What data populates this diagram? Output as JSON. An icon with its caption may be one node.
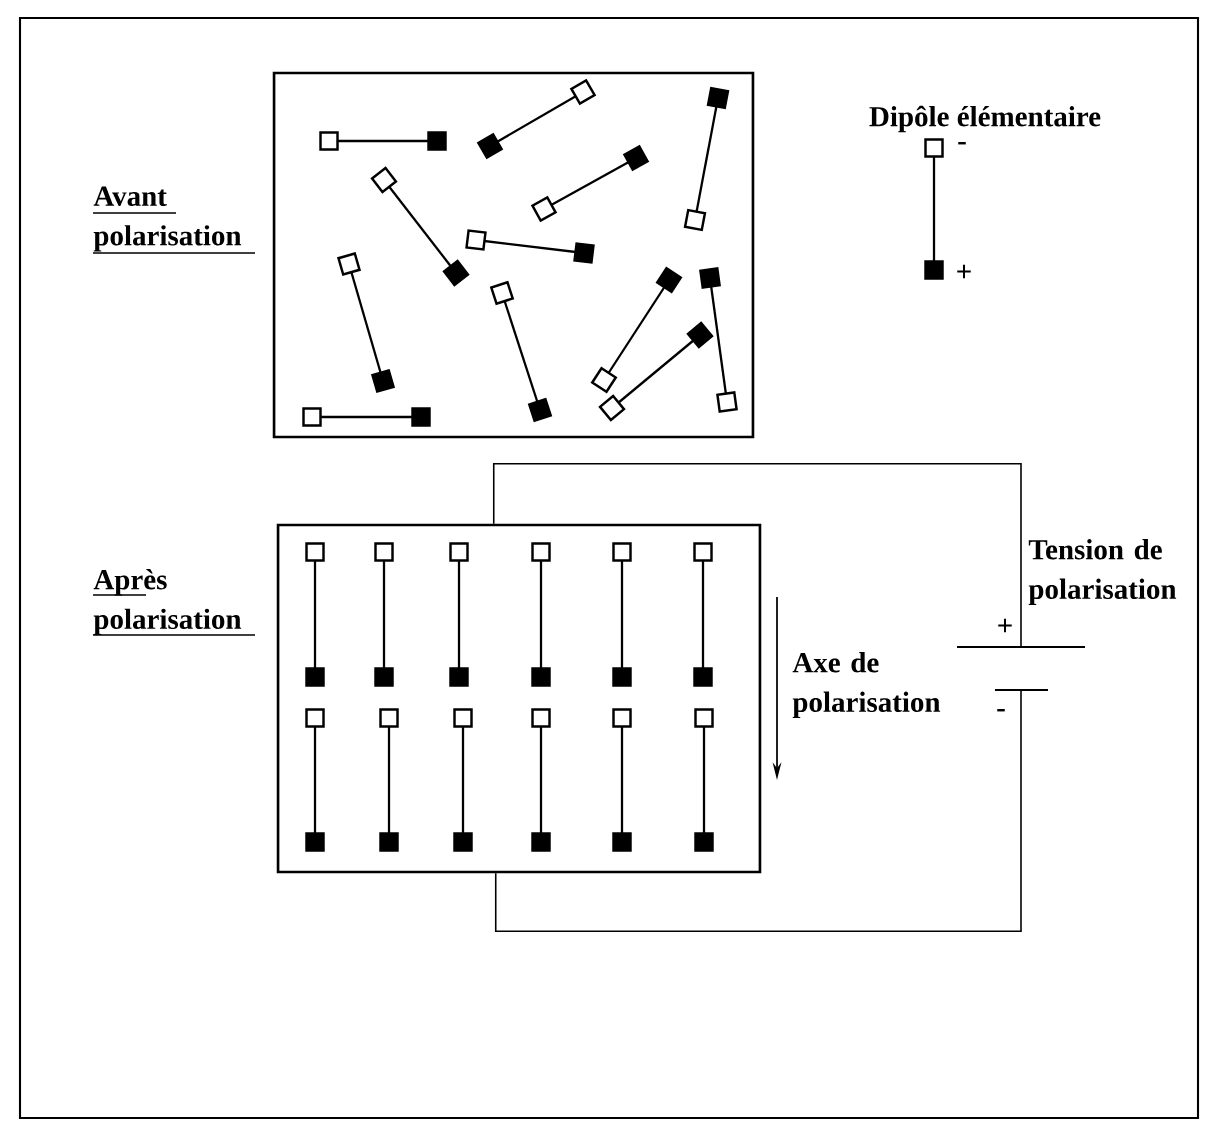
{
  "diagram": {
    "nodes": [
      {
        "text": [
          "Avant polarisation"
        ]
      },
      {
        "text": [
          "Après polarisation"
        ]
      },
      {
        "text": [
          "Tension de polarisation",
          "+",
          "-"
        ]
      }
    ],
    "edges": [
      {
        "from": 1,
        "to": 2,
        "arrow": "none"
      },
      {
        "from": 1,
        "to": 2,
        "arrow": "none"
      }
    ],
    "labels": [
      "Dipôle élémentaire",
      "-",
      "+",
      "Axe de polarisation"
    ]
  }
}
